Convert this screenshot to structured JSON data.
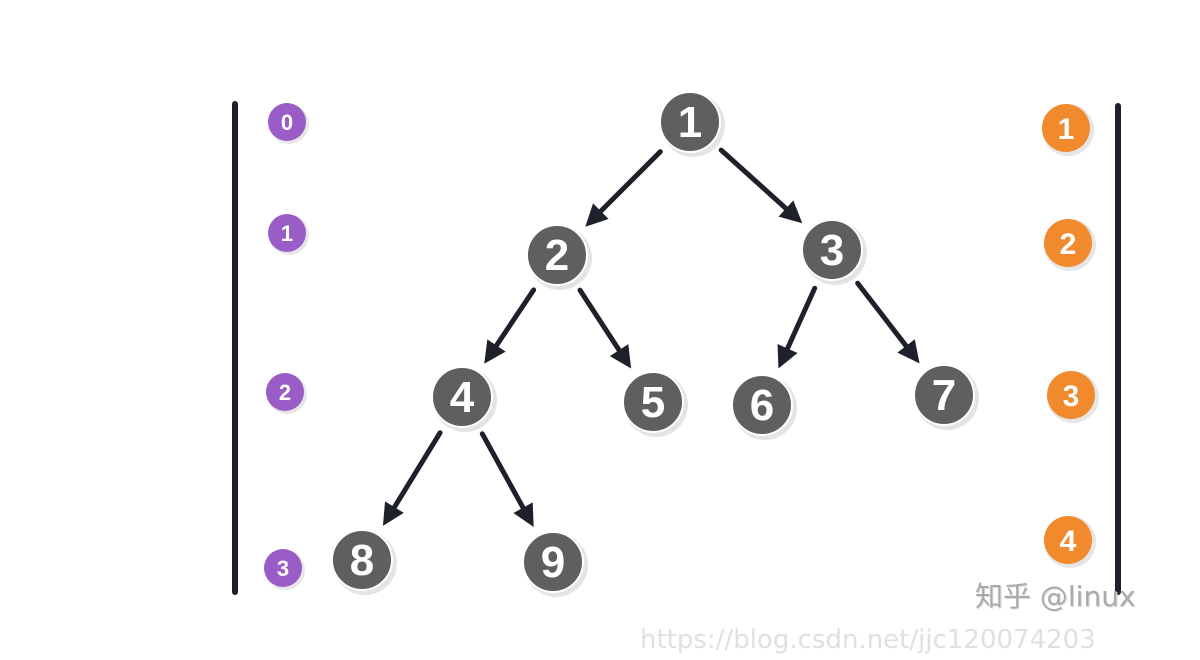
{
  "tree_nodes": [
    "1",
    "2",
    "3",
    "4",
    "5",
    "6",
    "7",
    "8",
    "9"
  ],
  "edges": [
    [
      "1",
      "2"
    ],
    [
      "1",
      "3"
    ],
    [
      "2",
      "4"
    ],
    [
      "2",
      "5"
    ],
    [
      "3",
      "6"
    ],
    [
      "3",
      "7"
    ],
    [
      "4",
      "8"
    ],
    [
      "4",
      "9"
    ]
  ],
  "left_labels": [
    "0",
    "1",
    "2",
    "3"
  ],
  "right_labels": [
    "1",
    "2",
    "3",
    "4"
  ],
  "colors": {
    "node": "#5f5f5f",
    "purple": "#9a5cc6",
    "orange": "#f08a2c",
    "line": "#1e2129"
  },
  "watermark": {
    "zhihu": "知乎 @linux",
    "csdn": "https://blog.csdn.net/jjc120074203"
  }
}
